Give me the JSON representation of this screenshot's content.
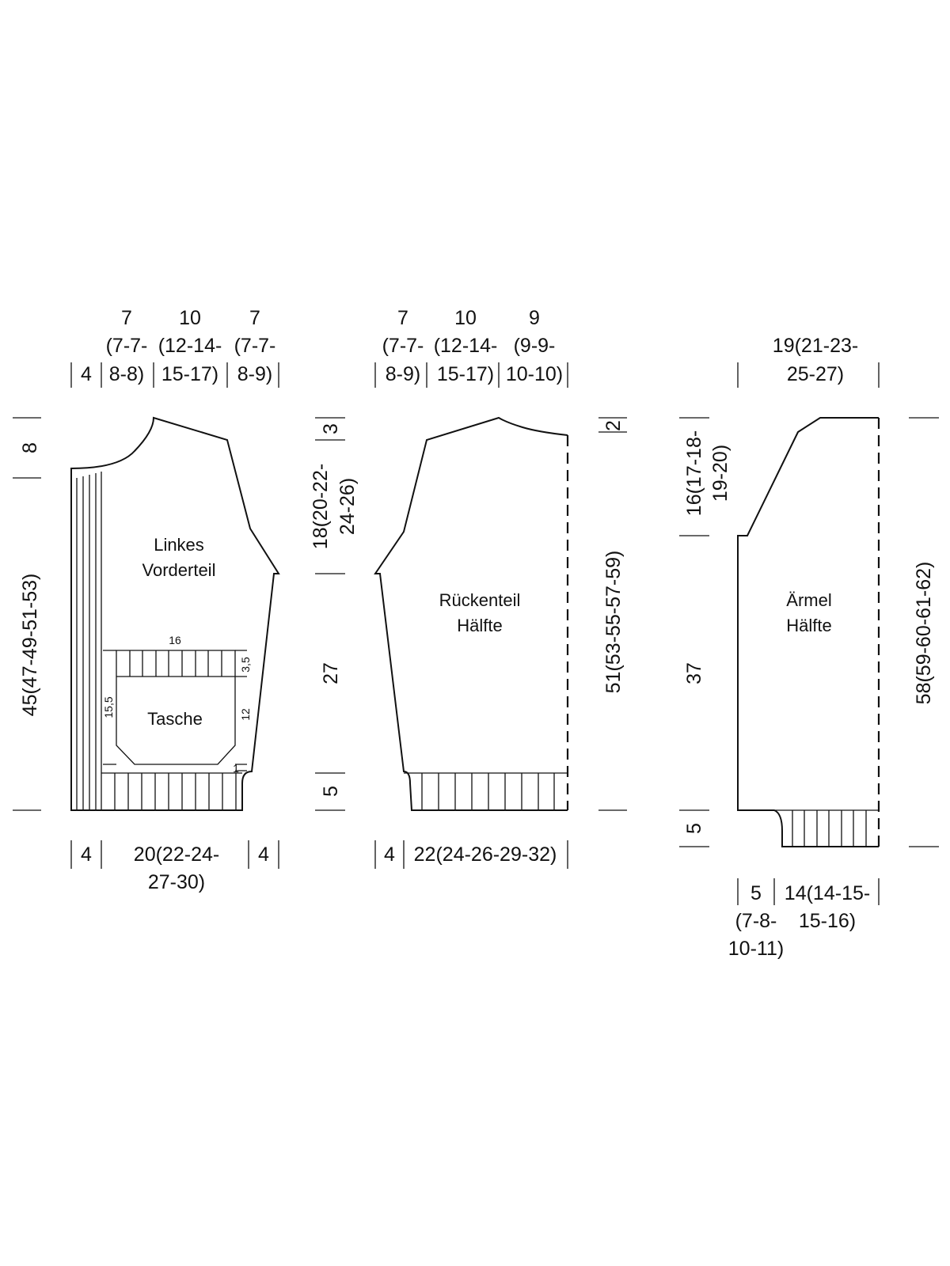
{
  "left_front": {
    "label_line1": "Linkes",
    "label_line2": "Vorderteil",
    "top": {
      "band": "4",
      "col1": [
        "7",
        "(7-7-",
        "8-8)"
      ],
      "col2": [
        "10",
        "(12-14-",
        "15-17)"
      ],
      "col3": [
        "7",
        "(7-7-",
        "8-9)"
      ]
    },
    "left": {
      "neck_depth": "8",
      "total_height": "45(47-49-51-53)"
    },
    "bottom": {
      "band_left": "4",
      "width": [
        "20(22-24-",
        "27-30)"
      ],
      "band_right": "4"
    },
    "pocket": {
      "label": "Tasche",
      "width": "16",
      "height_left": "15,5",
      "rib_height": "3,5",
      "height_right": "12",
      "bottom_gap": "1"
    }
  },
  "middle_dims": {
    "shoulder_slope": "3",
    "armhole_depth": [
      "18(20-22-",
      "24-26)"
    ],
    "side_length": "27",
    "rib_height": "5"
  },
  "back_half": {
    "label_line1": "Rückenteil",
    "label_line2": "Hälfte",
    "top": {
      "col1": [
        "7",
        "(7-7-",
        "8-9)"
      ],
      "col2": [
        "10",
        "(12-14-",
        "15-17)"
      ],
      "col3": [
        "9",
        "(9-9-",
        "10-10)"
      ]
    },
    "right": {
      "neck_depth": "2",
      "total_height": "51(53-55-57-59)"
    },
    "bottom": {
      "band": "4",
      "width": "22(24-26-29-32)"
    }
  },
  "sleeve_half": {
    "label_line1": "Ärmel",
    "label_line2": "Hälfte",
    "top": [
      "19(21-23-",
      "25-27)"
    ],
    "left": {
      "cap_height": [
        "16(17-18-",
        "19-20)"
      ],
      "length": "37",
      "cuff": "5"
    },
    "right": {
      "total_length": "58(59-60-61-62)"
    },
    "bottom": {
      "cuff_offset": [
        "5",
        "(7-8-",
        "10-11)"
      ],
      "cuff_width": [
        "14(14-15-",
        "15-16)"
      ]
    }
  }
}
